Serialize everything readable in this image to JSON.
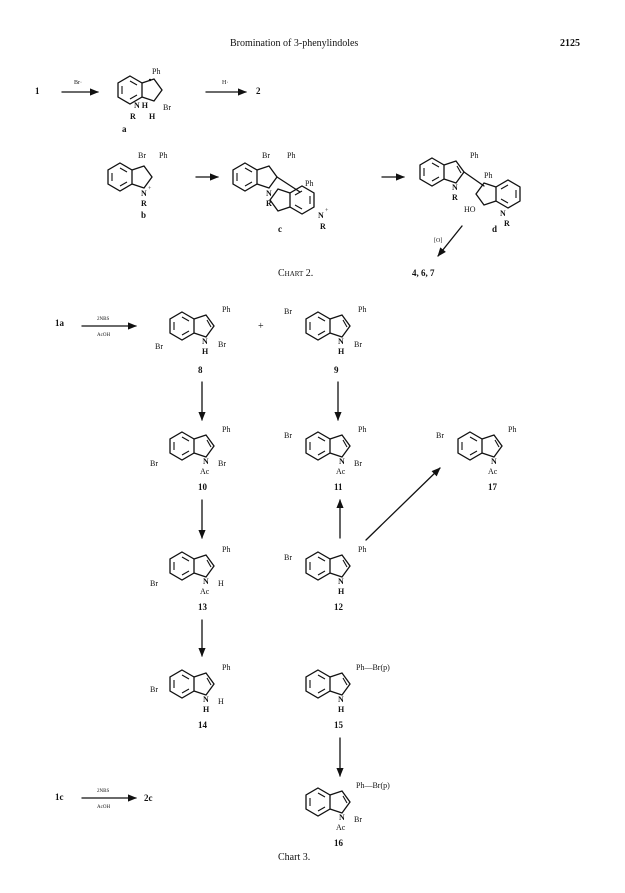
{
  "header": {
    "title": "Bromination of 3-phenylindoles",
    "page_number": "2125"
  },
  "chart2": {
    "caption": "Chart 2.",
    "row1": {
      "start": "1",
      "reagent1": "Br·",
      "reagent2": "H·",
      "product": "2"
    },
    "a": {
      "label": "a",
      "Ph": "Ph",
      "Br": "Br",
      "NH": "N H",
      "R": "R",
      "H": "H"
    },
    "b": {
      "label": "b",
      "Br": "Br",
      "Ph": "Ph",
      "N": "N",
      "plus": "+",
      "R": "R"
    },
    "c": {
      "label": "c",
      "Br": "Br",
      "Ph1": "Ph",
      "Ph2": "Ph",
      "N1": "N",
      "R1": "R",
      "N2": "N",
      "plus": "+",
      "R2": "R"
    },
    "d": {
      "label": "d",
      "Ph1": "Ph",
      "Ph2": "Ph",
      "N1": "N",
      "R1": "R",
      "HO": "HO",
      "N2": "N",
      "R2": "R",
      "oxid": "[O]",
      "products": "4, 6, 7"
    }
  },
  "chart3": {
    "caption": "Chart 3.",
    "row1": {
      "start": "1a",
      "reagent_top": "2NBS",
      "reagent_bottom": "AcOH",
      "plus": "+"
    },
    "row2": {
      "start": "1c",
      "reagent_top": "2NBS",
      "reagent_bottom": "AcOH",
      "product": "2c"
    },
    "compounds": {
      "c8": {
        "label": "8",
        "Br6": "Br",
        "Br2": "Br",
        "Ph": "Ph",
        "N": "N",
        "H": "H"
      },
      "c9": {
        "label": "9",
        "Br5": "Br",
        "Br2": "Br",
        "Ph": "Ph",
        "N": "N",
        "H": "H"
      },
      "c10": {
        "label": "10",
        "Br6": "Br",
        "Br2": "Br",
        "Ph": "Ph",
        "N": "N",
        "Ac": "Ac"
      },
      "c11": {
        "label": "11",
        "Br5": "Br",
        "Br2": "Br",
        "Ph": "Ph",
        "N": "N",
        "Ac": "Ac"
      },
      "c12": {
        "label": "12",
        "Br5": "Br",
        "Ph": "Ph",
        "N": "N",
        "H": "H"
      },
      "c13": {
        "label": "13",
        "Br6": "Br",
        "H2": "H",
        "Ph": "Ph",
        "N": "N",
        "Ac": "Ac"
      },
      "c14": {
        "label": "14",
        "Br6": "Br",
        "H2": "H",
        "Ph": "Ph",
        "N": "N",
        "H": "H"
      },
      "c15": {
        "label": "15",
        "sub": "Ph—Br(p)",
        "N": "N",
        "H": "H"
      },
      "c16": {
        "label": "16",
        "sub": "Ph—Br(p)",
        "Br2": "Br",
        "N": "N",
        "Ac": "Ac"
      },
      "c17": {
        "label": "17",
        "Br5": "Br",
        "Ph": "Ph",
        "N": "N",
        "Ac": "Ac"
      }
    }
  }
}
